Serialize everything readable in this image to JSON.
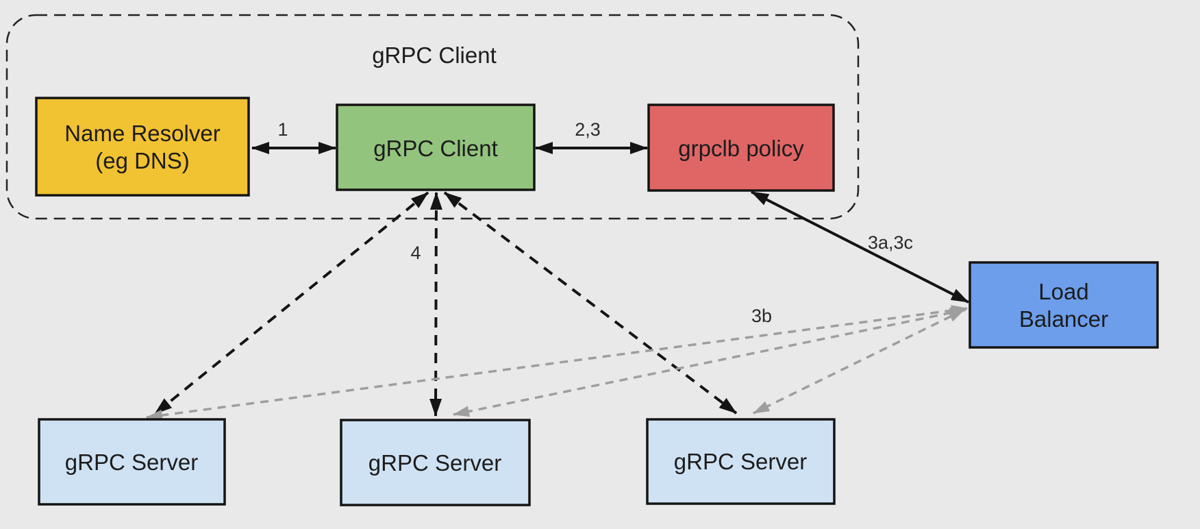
{
  "diagram": {
    "background": "#e9e9e9",
    "stroke_color": "#141414",
    "gray_arrow_color": "#9e9e9e",
    "container": {
      "title": "gRPC Client"
    },
    "nodes": {
      "name_resolver": {
        "line1": "Name Resolver",
        "line2": "(eg DNS)",
        "fill": "#f1c232"
      },
      "grpc_client": {
        "label": "gRPC Client",
        "fill": "#93c47d"
      },
      "grpclb_policy": {
        "label": "grpclb policy",
        "fill": "#e06666"
      },
      "load_balancer": {
        "line1": "Load",
        "line2": "Balancer",
        "fill": "#6d9eeb"
      },
      "server1": {
        "label": "gRPC Server",
        "fill": "#cfe2f3"
      },
      "server2": {
        "label": "gRPC Server",
        "fill": "#cfe2f3"
      },
      "server3": {
        "label": "gRPC Server",
        "fill": "#cfe2f3"
      }
    },
    "edge_labels": {
      "resolver_client": "1",
      "client_policy": "2,3",
      "policy_lb": "3a,3c",
      "client_servers": "4",
      "lb_servers": "3b"
    }
  }
}
